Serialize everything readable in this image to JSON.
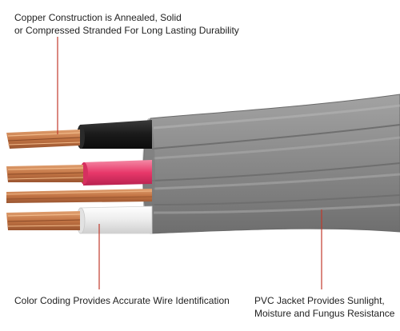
{
  "callouts": {
    "copper": {
      "line1": "Copper Construction is Annealed, Solid",
      "line2": "or Compressed Stranded For Long Lasting Durability"
    },
    "color_coding": {
      "line1": "Color Coding Provides Accurate Wire Identification"
    },
    "pvc_jacket": {
      "line1": "PVC Jacket Provides Sunlight,",
      "line2": "Moisture and Fungus Resistance"
    }
  },
  "colors": {
    "leader_line": "#c0392b",
    "jacket_gray": "#8c8c8c",
    "insulation_black": "#1c1c1c",
    "insulation_red": "#e8386a",
    "insulation_white": "#eeeeee",
    "copper": "#c67a4a"
  }
}
